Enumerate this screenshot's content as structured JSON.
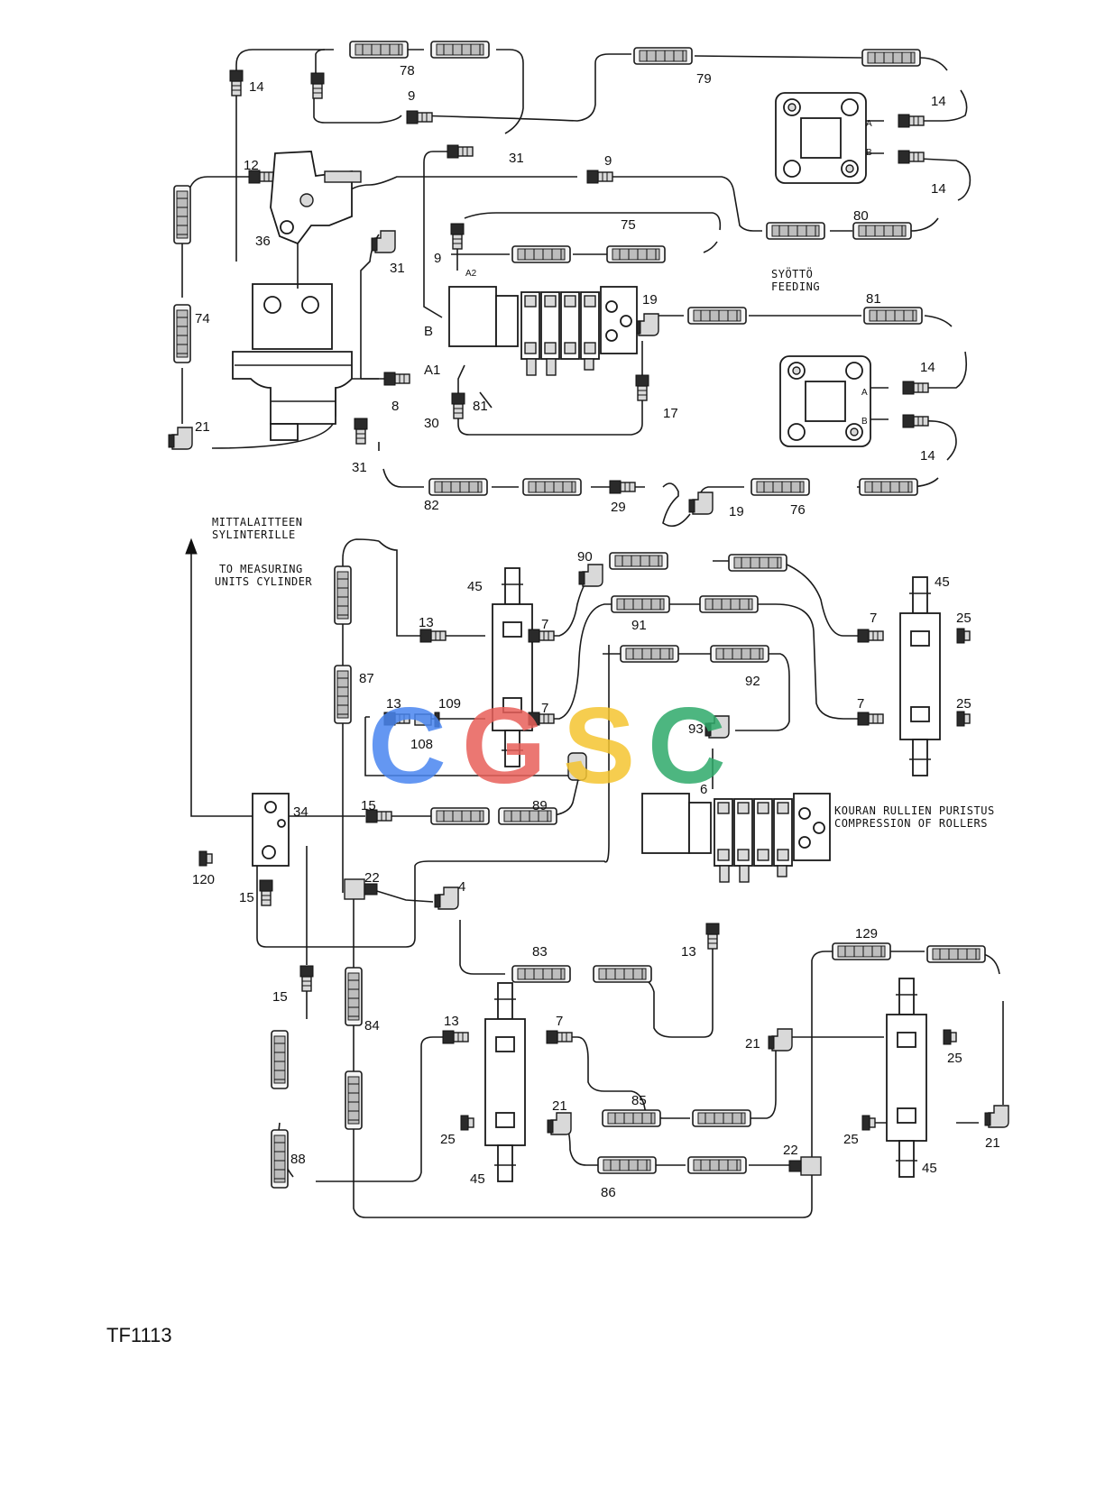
{
  "reference_code": "TF1113",
  "watermark": {
    "letters": [
      "C",
      "G",
      "S",
      "C"
    ],
    "colors": [
      "#4a86f0",
      "#e8605a",
      "#f5c531",
      "#2faa6a"
    ]
  },
  "captions": {
    "feeding_fi": "SYÖTTÖ",
    "feeding_en": "FEEDING",
    "measuring_fi_1": "MITTALAITTEEN",
    "measuring_fi_2": "SYLINTERILLE",
    "measuring_en_1": "TO MEASURING",
    "measuring_en_2": "UNITS CYLINDER",
    "rollers_fi": "KOURAN RULLIEN PURISTUS",
    "rollers_en": "COMPRESSION OF ROLLERS"
  },
  "port_labels": {
    "A": "A",
    "B": "B",
    "A1": "A1",
    "A2": "A2",
    "B_valve": "B"
  },
  "part_numbers": [
    {
      "id": "p14a",
      "text": "14"
    },
    {
      "id": "p78",
      "text": "78"
    },
    {
      "id": "p9a",
      "text": "9"
    },
    {
      "id": "p79",
      "text": "79"
    },
    {
      "id": "p31a",
      "text": "31"
    },
    {
      "id": "p14b",
      "text": "14"
    },
    {
      "id": "p14c",
      "text": "14"
    },
    {
      "id": "p12",
      "text": "12"
    },
    {
      "id": "p9b",
      "text": "9"
    },
    {
      "id": "p36",
      "text": "36"
    },
    {
      "id": "p31b",
      "text": "31"
    },
    {
      "id": "p75",
      "text": "75"
    },
    {
      "id": "p80",
      "text": "80"
    },
    {
      "id": "p9c",
      "text": "9"
    },
    {
      "id": "p74",
      "text": "74"
    },
    {
      "id": "p19a",
      "text": "19"
    },
    {
      "id": "p81a",
      "text": "81"
    },
    {
      "id": "p14d",
      "text": "14"
    },
    {
      "id": "p8",
      "text": "8"
    },
    {
      "id": "p81b",
      "text": "81"
    },
    {
      "id": "p17",
      "text": "17"
    },
    {
      "id": "p30",
      "text": "30"
    },
    {
      "id": "p21a",
      "text": "21"
    },
    {
      "id": "p14e",
      "text": "14"
    },
    {
      "id": "p31c",
      "text": "31"
    },
    {
      "id": "p82",
      "text": "82"
    },
    {
      "id": "p29",
      "text": "29"
    },
    {
      "id": "p19b",
      "text": "19"
    },
    {
      "id": "p76",
      "text": "76"
    },
    {
      "id": "p90",
      "text": "90"
    },
    {
      "id": "p45a",
      "text": "45"
    },
    {
      "id": "p45b",
      "text": "45"
    },
    {
      "id": "p13a",
      "text": "13"
    },
    {
      "id": "p7a",
      "text": "7"
    },
    {
      "id": "p91",
      "text": "91"
    },
    {
      "id": "p7b",
      "text": "7"
    },
    {
      "id": "p25a",
      "text": "25"
    },
    {
      "id": "p87",
      "text": "87"
    },
    {
      "id": "p92",
      "text": "92"
    },
    {
      "id": "p13b",
      "text": "13"
    },
    {
      "id": "p109",
      "text": "109"
    },
    {
      "id": "p7c",
      "text": "7"
    },
    {
      "id": "p7d",
      "text": "7"
    },
    {
      "id": "p25b",
      "text": "25"
    },
    {
      "id": "p108",
      "text": "108"
    },
    {
      "id": "p93",
      "text": "93"
    },
    {
      "id": "p6",
      "text": "6"
    },
    {
      "id": "p34",
      "text": "34"
    },
    {
      "id": "p15a",
      "text": "15"
    },
    {
      "id": "p89",
      "text": "89"
    },
    {
      "id": "p120",
      "text": "120"
    },
    {
      "id": "p22a",
      "text": "22"
    },
    {
      "id": "p4",
      "text": "4"
    },
    {
      "id": "p15b",
      "text": "15"
    },
    {
      "id": "p83",
      "text": "83"
    },
    {
      "id": "p13c",
      "text": "13"
    },
    {
      "id": "p129",
      "text": "129"
    },
    {
      "id": "p15c",
      "text": "15"
    },
    {
      "id": "p84",
      "text": "84"
    },
    {
      "id": "p13d",
      "text": "13"
    },
    {
      "id": "p7e",
      "text": "7"
    },
    {
      "id": "p21b",
      "text": "21"
    },
    {
      "id": "p25c",
      "text": "25"
    },
    {
      "id": "p85",
      "text": "85"
    },
    {
      "id": "p21c",
      "text": "21"
    },
    {
      "id": "p25d",
      "text": "25"
    },
    {
      "id": "p25e",
      "text": "25"
    },
    {
      "id": "p21d",
      "text": "21"
    },
    {
      "id": "p88",
      "text": "88"
    },
    {
      "id": "p45c",
      "text": "45"
    },
    {
      "id": "p86",
      "text": "86"
    },
    {
      "id": "p22b",
      "text": "22"
    },
    {
      "id": "p45d",
      "text": "45"
    }
  ]
}
